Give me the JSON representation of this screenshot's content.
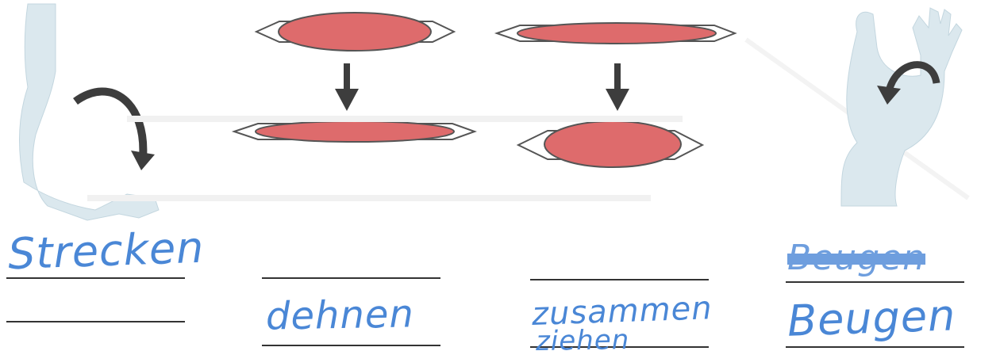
{
  "colors": {
    "muscle_fill": "#de6b6c",
    "muscle_stroke": "#555555",
    "arrow": "#3d3d3d",
    "skin": "#dbe8ee",
    "ink": "#4a87d6"
  },
  "answers": {
    "extend": "Strecken",
    "stretch": "dehnen",
    "contract_line1": "zusammen",
    "contract_line2": "ziehen",
    "bend_crossed": "Beugen",
    "bend": "Beugen"
  }
}
